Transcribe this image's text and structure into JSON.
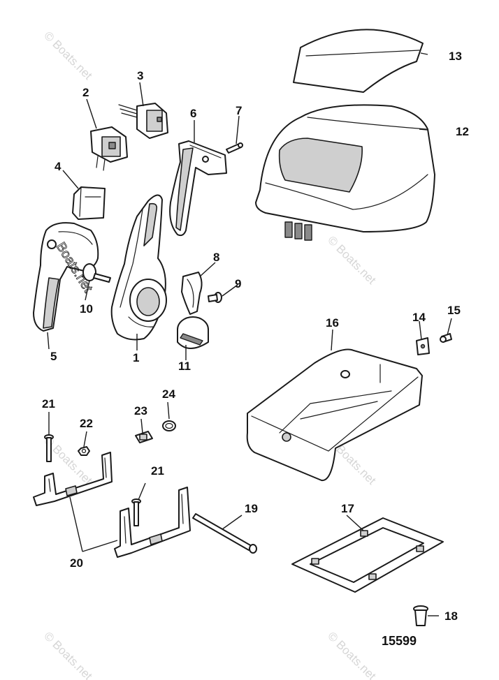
{
  "diagram": {
    "callouts": {
      "c1": "1",
      "c2": "2",
      "c3": "3",
      "c4": "4",
      "c5": "5",
      "c6": "6",
      "c7": "7",
      "c8": "8",
      "c9": "9",
      "c10": "10",
      "c11": "11",
      "c12": "12",
      "c13": "13",
      "c14": "14",
      "c15": "15",
      "c16": "16",
      "c17": "17",
      "c18": "18",
      "c19": "19",
      "c20": "20",
      "c21a": "21",
      "c21b": "21",
      "c22": "22",
      "c23": "23",
      "c24": "24"
    },
    "reference_number": "15599",
    "watermark": "© Boats.net",
    "overlay_watermark": "Boats.net"
  }
}
